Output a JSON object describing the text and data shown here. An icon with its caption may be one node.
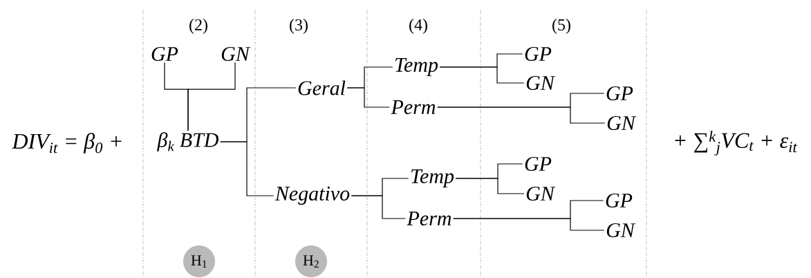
{
  "diagram": {
    "nodes": [
      {
        "text": [
          "GP"
        ]
      },
      {
        "text": [
          "GN"
        ]
      },
      {
        "text": [
          "β$_{k}$ BTD"
        ]
      },
      {
        "text": [
          "Geral"
        ]
      },
      {
        "text": [
          "Negativo"
        ]
      },
      {
        "text": [
          "Temp"
        ]
      },
      {
        "text": [
          "Perm"
        ]
      },
      {
        "text": [
          "Temp"
        ]
      },
      {
        "text": [
          "Perm"
        ]
      },
      {
        "text": [
          "GP"
        ]
      },
      {
        "text": [
          "GN"
        ]
      },
      {
        "text": [
          "GP"
        ]
      },
      {
        "text": [
          "GN"
        ]
      },
      {
        "text": [
          "GP"
        ]
      },
      {
        "text": [
          "GN"
        ]
      },
      {
        "text": [
          "GP"
        ]
      },
      {
        "text": [
          "GN"
        ]
      },
      {
        "text": [
          "H$_{1}$"
        ]
      },
      {
        "text": [
          "H$_{2}$"
        ]
      }
    ],
    "edges": [
      {
        "from": 2,
        "to": 0,
        "arrow": "none"
      },
      {
        "from": 2,
        "to": 1,
        "arrow": "none"
      },
      {
        "from": 2,
        "to": 3,
        "arrow": "none"
      },
      {
        "from": 2,
        "to": 4,
        "arrow": "none"
      },
      {
        "from": 3,
        "to": 5,
        "arrow": "none"
      },
      {
        "from": 3,
        "to": 6,
        "arrow": "none"
      },
      {
        "from": 4,
        "to": 7,
        "arrow": "none"
      },
      {
        "from": 4,
        "to": 8,
        "arrow": "none"
      },
      {
        "from": 5,
        "to": 9,
        "arrow": "none"
      },
      {
        "from": 5,
        "to": 10,
        "arrow": "none"
      },
      {
        "from": 6,
        "to": 11,
        "arrow": "none"
      },
      {
        "from": 6,
        "to": 12,
        "arrow": "none"
      },
      {
        "from": 7,
        "to": 13,
        "arrow": "none"
      },
      {
        "from": 7,
        "to": 14,
        "arrow": "none"
      },
      {
        "from": 8,
        "to": 15,
        "arrow": "none"
      },
      {
        "from": 8,
        "to": 16,
        "arrow": "none"
      }
    ],
    "labels": [
      "(2)",
      "(3)",
      "(4)",
      "(5)",
      "DIV$_{it}$ = β$_{0}$ +",
      "+ ∑$^{k}$$_{j}$VC$_{t}$ + ε$_{it}$"
    ]
  }
}
